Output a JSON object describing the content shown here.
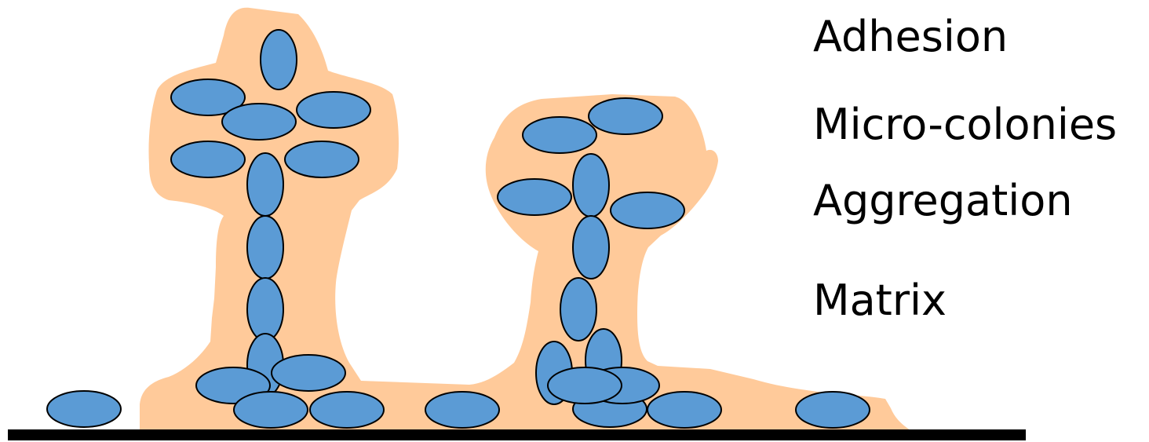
{
  "stages": [
    {
      "label": "Adhesion"
    },
    {
      "label": "Micro-colonies"
    },
    {
      "label": "Aggregation"
    },
    {
      "label": "Matrix"
    }
  ],
  "colors": {
    "matrix": "#FFCA9A",
    "cell_fill": "#5B9BD5",
    "cell_stroke": "#000000",
    "surface": "#000000"
  }
}
